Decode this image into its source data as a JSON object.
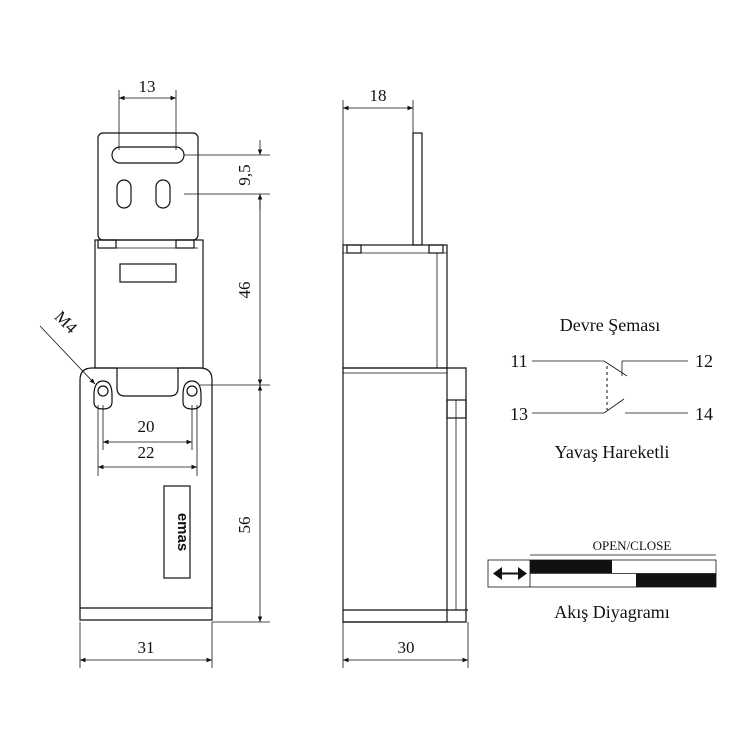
{
  "dimensions": {
    "slot_spacing": "13",
    "hole_pitch": "9,5",
    "actuator_length": "46",
    "mount_thread": "M4",
    "hole_spacing_inner": "20",
    "hole_spacing_outer": "22",
    "body_height": "56",
    "body_width": "31",
    "side_offset": "18",
    "side_depth": "30"
  },
  "brand_logo": "emas",
  "circuit": {
    "title": "Devre Şeması",
    "terminals": [
      "11",
      "12",
      "13",
      "14"
    ],
    "caption": "Yavaş Hareketli"
  },
  "flow": {
    "header": "OPEN/CLOSE",
    "caption": "Akış Diyagramı",
    "arrow_icon": "double-arrow-icon",
    "bar_color": "#111111"
  }
}
